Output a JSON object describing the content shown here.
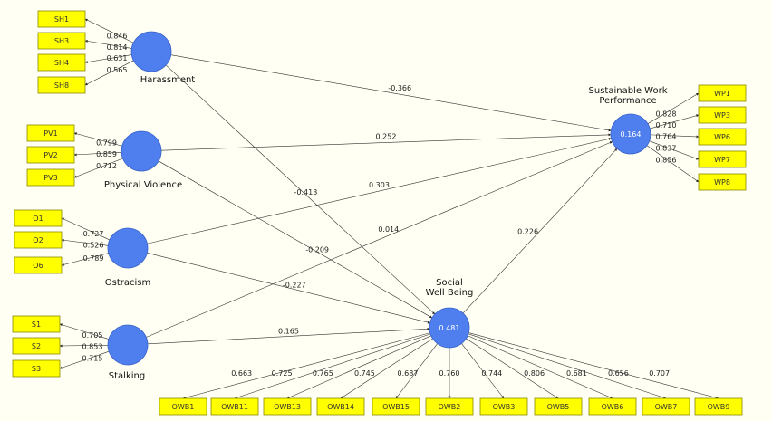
{
  "colors": {
    "background": "#fffff3",
    "indicator_fill": "#ffff00",
    "latent_fill": "#4f7fef",
    "edge": "#333333"
  },
  "latents": [
    {
      "id": "harassment",
      "label": [
        "Harassment"
      ],
      "value": ""
    },
    {
      "id": "physical",
      "label": [
        "Physical Violence"
      ],
      "value": ""
    },
    {
      "id": "ostracism",
      "label": [
        "Ostracism"
      ],
      "value": ""
    },
    {
      "id": "stalking",
      "label": [
        "Stalking"
      ],
      "value": ""
    },
    {
      "id": "swb",
      "label": [
        "Social",
        "Well Being"
      ],
      "value": "0.481"
    },
    {
      "id": "swp",
      "label": [
        "Sustainable Work",
        "Performance"
      ],
      "value": "0.164"
    }
  ],
  "indicators": [
    {
      "id": "SH1",
      "latent": "harassment",
      "loading": "0.846"
    },
    {
      "id": "SH3",
      "latent": "harassment",
      "loading": "0.814"
    },
    {
      "id": "SH4",
      "latent": "harassment",
      "loading": "0.631"
    },
    {
      "id": "SH8",
      "latent": "harassment",
      "loading": "0.565"
    },
    {
      "id": "PV1",
      "latent": "physical",
      "loading": "0.799"
    },
    {
      "id": "PV2",
      "latent": "physical",
      "loading": "0.859"
    },
    {
      "id": "PV3",
      "latent": "physical",
      "loading": "0.712"
    },
    {
      "id": "O1",
      "latent": "ostracism",
      "loading": "0.727"
    },
    {
      "id": "O2",
      "latent": "ostracism",
      "loading": "0.526"
    },
    {
      "id": "O6",
      "latent": "ostracism",
      "loading": "0.789"
    },
    {
      "id": "S1",
      "latent": "stalking",
      "loading": "0.705"
    },
    {
      "id": "S2",
      "latent": "stalking",
      "loading": "0.853"
    },
    {
      "id": "S3",
      "latent": "stalking",
      "loading": "0.715"
    },
    {
      "id": "WP1",
      "latent": "swp",
      "loading": "0.828"
    },
    {
      "id": "WP3",
      "latent": "swp",
      "loading": "0.710"
    },
    {
      "id": "WP6",
      "latent": "swp",
      "loading": "0.764"
    },
    {
      "id": "WP7",
      "latent": "swp",
      "loading": "0.837"
    },
    {
      "id": "WP8",
      "latent": "swp",
      "loading": "0.856"
    },
    {
      "id": "OWB1",
      "latent": "swb",
      "loading": "0.663"
    },
    {
      "id": "OWB11",
      "latent": "swb",
      "loading": "0.725"
    },
    {
      "id": "OWB13",
      "latent": "swb",
      "loading": "0.765"
    },
    {
      "id": "OWB14",
      "latent": "swb",
      "loading": "0.745"
    },
    {
      "id": "OWB15",
      "latent": "swb",
      "loading": "0.687"
    },
    {
      "id": "OWB2",
      "latent": "swb",
      "loading": "0.760"
    },
    {
      "id": "OWB3",
      "latent": "swb",
      "loading": "0.744"
    },
    {
      "id": "OWB5",
      "latent": "swb",
      "loading": "0.806"
    },
    {
      "id": "OWB6",
      "latent": "swb",
      "loading": "0.681"
    },
    {
      "id": "OWB7",
      "latent": "swb",
      "loading": "0.656"
    },
    {
      "id": "OWB9",
      "latent": "swb",
      "loading": "0.707"
    }
  ],
  "paths": [
    {
      "from": "harassment",
      "to": "swp",
      "coef": "-0.366"
    },
    {
      "from": "harassment",
      "to": "swb",
      "coef": "-0.413"
    },
    {
      "from": "physical",
      "to": "swp",
      "coef": "0.252"
    },
    {
      "from": "physical",
      "to": "swb",
      "coef": "-0.209"
    },
    {
      "from": "ostracism",
      "to": "swp",
      "coef": "0.303"
    },
    {
      "from": "ostracism",
      "to": "swb",
      "coef": "-0.227"
    },
    {
      "from": "stalking",
      "to": "swp",
      "coef": "0.014"
    },
    {
      "from": "stalking",
      "to": "swb",
      "coef": "0.165"
    },
    {
      "from": "swb",
      "to": "swp",
      "coef": "0.226"
    }
  ]
}
